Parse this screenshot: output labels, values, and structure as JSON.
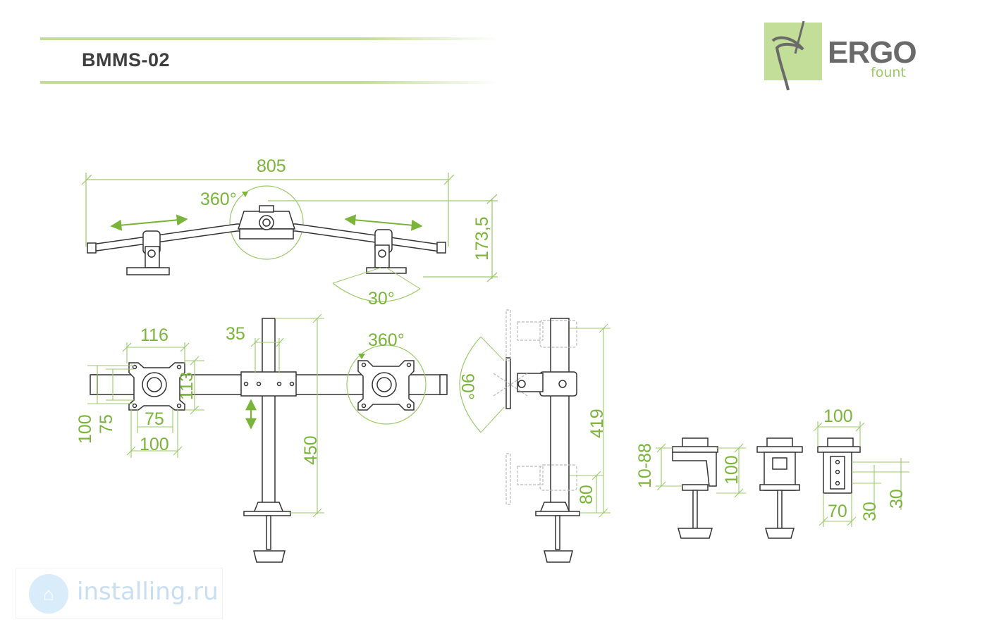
{
  "header": {
    "model": "BMMS-02"
  },
  "logo": {
    "brand": "ERGO",
    "sub": "fount"
  },
  "top_view": {
    "width": "805",
    "height": "173,5",
    "rotation": "360°",
    "tilt": "30°"
  },
  "front_view": {
    "vesa_outer": "116",
    "vesa_height": "113",
    "pole_width": "35",
    "rotation": "360°",
    "vesa_small_v": "75",
    "vesa_small_h": "75",
    "vesa_large_v": "100",
    "vesa_large_h": "100",
    "pole_height": "450"
  },
  "side_view": {
    "tilt": "90°",
    "height": "419",
    "clamp_offset": "80"
  },
  "clamp": {
    "thickness": "10-88",
    "depth": "100",
    "top_width": "100",
    "base_width": "70",
    "offset_a": "30",
    "offset_b": "30"
  },
  "watermark": {
    "text": "installing.ru",
    "icon": "house-gear-icon"
  },
  "colors": {
    "accent": "#7ab53a",
    "line": "#c2dc9a",
    "drawing": "#333333"
  }
}
